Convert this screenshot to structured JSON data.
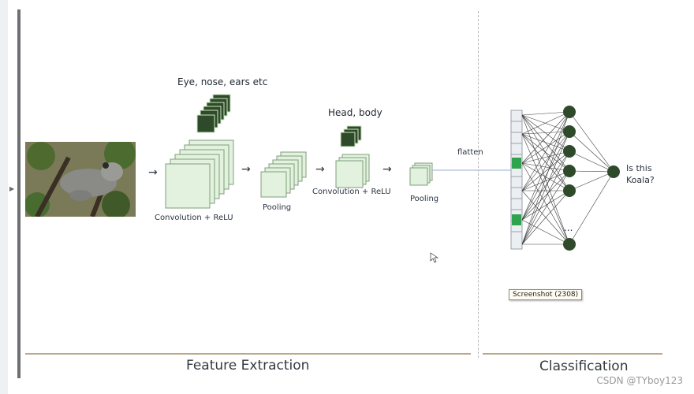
{
  "feature_label": "Eye, nose, ears etc",
  "feature_label2": "Head, body",
  "conv1_label": "Convolution + ReLU",
  "pool1_label": "Pooling",
  "conv2_label": "Convolution + ReLU",
  "pool2_label": "Pooling",
  "flatten_label": "flatten",
  "output_question": "Is this\nKoala?",
  "ellipsis": "...",
  "section_left": "Feature Extraction",
  "section_right": "Classification",
  "tooltip": "Screenshot (2308)",
  "watermark": "CSDN @TYboy123",
  "icons": [
    "arrow-right-icon",
    "side-arrow-icon",
    "cursor-icon"
  ],
  "colors": {
    "accent_green": "#2f4a2a",
    "map_fill": "#e2f2df",
    "active_cell": "#2ea44f",
    "section_rule": "#b9a989"
  }
}
